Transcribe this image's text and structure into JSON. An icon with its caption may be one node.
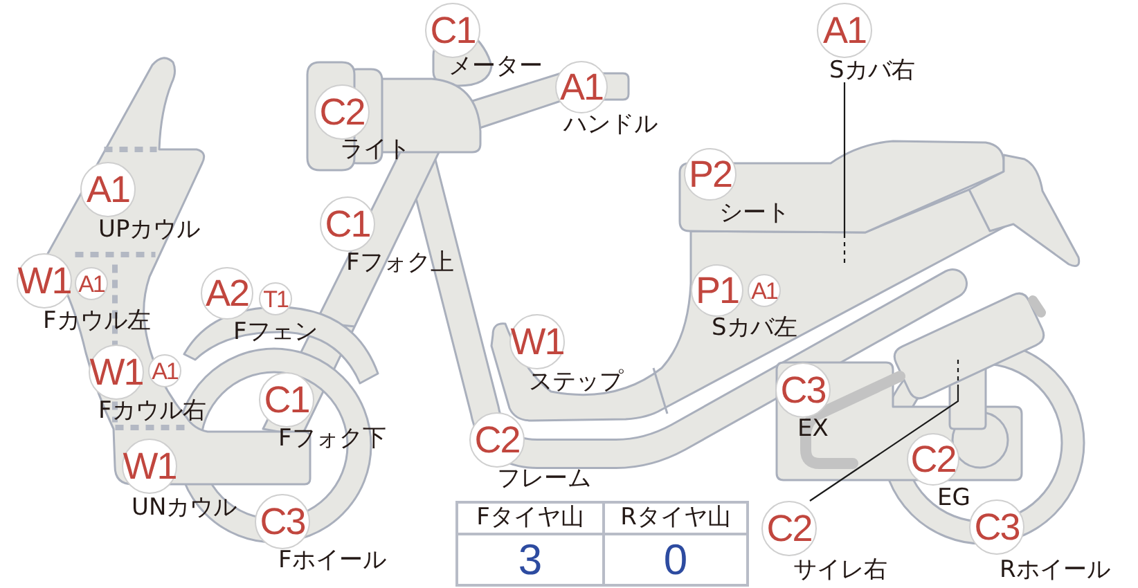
{
  "diagram": {
    "nodes": [
      {
        "text": [
          "C1"
        ],
        "beside": [
          "メーター"
        ]
      },
      {
        "text": [
          "A1"
        ],
        "beside": [
          "Sカバ右"
        ]
      },
      {
        "text": [
          "A1"
        ],
        "beside": [
          "ハンドル"
        ]
      },
      {
        "text": [
          "C2"
        ],
        "beside": [
          "ライト"
        ]
      },
      {
        "text": [
          "P2"
        ],
        "beside": [
          "シート"
        ]
      },
      {
        "text": [
          "A1"
        ],
        "beside": [
          "UPカウル"
        ]
      },
      {
        "text": [
          "C1"
        ],
        "beside": [
          "Fフォク上"
        ]
      },
      {
        "text": [
          "W1"
        ],
        "beside": [
          "Fカウル左"
        ]
      },
      {
        "text": [
          "A1"
        ]
      },
      {
        "text": [
          "P1"
        ],
        "beside": [
          "Sカバ左"
        ]
      },
      {
        "text": [
          "A1"
        ]
      },
      {
        "text": [
          "A2"
        ],
        "beside": [
          "Fフェン"
        ]
      },
      {
        "text": [
          "T1"
        ]
      },
      {
        "text": [
          "W1"
        ],
        "beside": [
          "ステップ"
        ]
      },
      {
        "text": [
          "W1"
        ],
        "beside": [
          "Fカウル右"
        ]
      },
      {
        "text": [
          "A1"
        ]
      },
      {
        "text": [
          "C3"
        ],
        "beside": [
          "EX"
        ]
      },
      {
        "text": [
          "C1"
        ],
        "beside": [
          "Fフォク下"
        ]
      },
      {
        "text": [
          "C2"
        ],
        "beside": [
          "フレーム"
        ]
      },
      {
        "text": [
          "C2"
        ],
        "beside": [
          "EG"
        ]
      },
      {
        "text": [
          "W1"
        ],
        "beside": [
          "UNカウル"
        ]
      },
      {
        "text": [
          "C3"
        ],
        "beside": [
          "Fホイール"
        ]
      },
      {
        "text": [
          "C2"
        ],
        "beside": [
          "サイレ右"
        ]
      },
      {
        "text": [
          "C3"
        ],
        "beside": [
          "Rホイール"
        ]
      }
    ],
    "edges": [
      {
        "from": 1,
        "to": null,
        "arrow": "none"
      },
      {
        "from": 22,
        "to": null,
        "arrow": "none"
      }
    ],
    "labels": [
      "Fタイヤ山",
      "Rタイヤ山",
      "3",
      "0"
    ]
  }
}
